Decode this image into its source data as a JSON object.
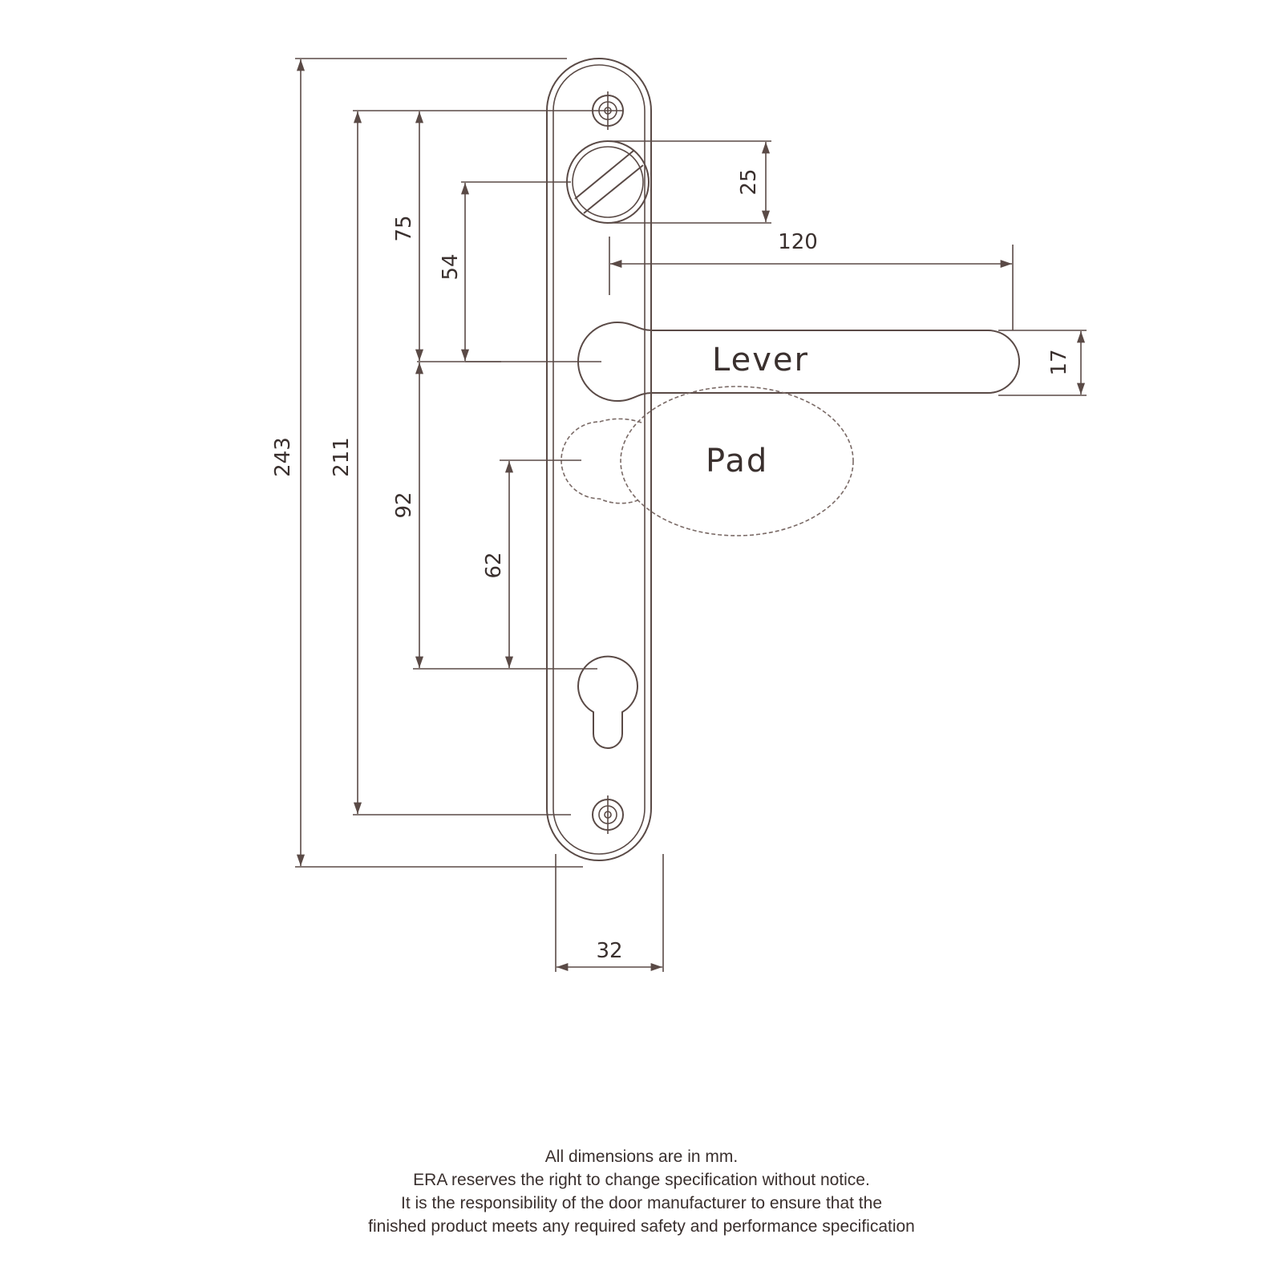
{
  "labels": {
    "lever": "Lever",
    "pad": "Pad"
  },
  "dimensions": {
    "overall_height": "243",
    "screw_centres": "211",
    "top_screw_to_lever": "75",
    "spindle_to_lever": "54",
    "lever_to_cylinder": "92",
    "pad_to_cylinder": "62",
    "spindle_diameter": "25",
    "lever_length": "120",
    "lever_thickness": "17",
    "plate_width": "32"
  },
  "notes": [
    "All dimensions are in mm.",
    "ERA reserves the right to change specification without notice.",
    "It is the responsibility of the door manufacturer to ensure that the",
    "finished product meets any required safety and performance specification"
  ],
  "colors": {
    "line": "#5a4a46",
    "text": "#3a302e"
  }
}
